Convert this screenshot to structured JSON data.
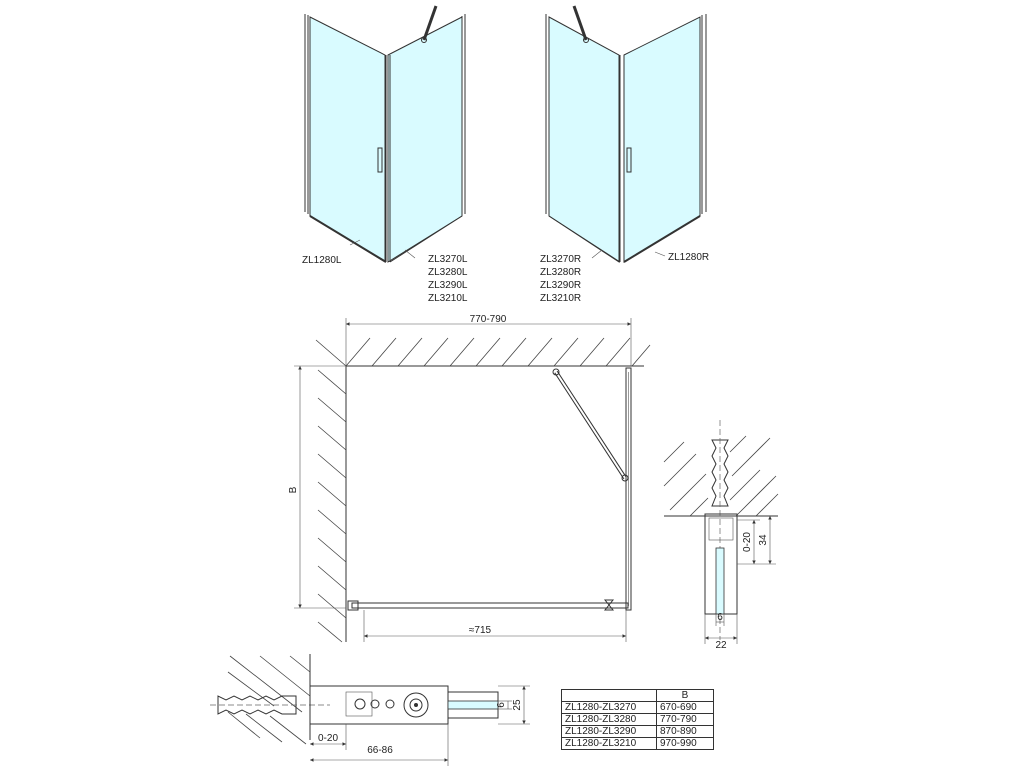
{
  "views": {
    "left": {
      "part_label": "ZL1280L",
      "panel_labels": [
        "ZL3270L",
        "ZL3280L",
        "ZL3290L",
        "ZL3210L"
      ]
    },
    "right": {
      "panel_labels": [
        "ZL3270R",
        "ZL3280R",
        "ZL3290R",
        "ZL3210R"
      ],
      "part_label": "ZL1280R"
    }
  },
  "plan": {
    "width_dim": "770-790",
    "depth_dim": "B",
    "door_dim": "≈715"
  },
  "profile_detail": {
    "adjust_dim": "0-20",
    "height_dim": "34",
    "glass_dim": "6",
    "width_dim": "22"
  },
  "bottom_detail": {
    "glass_dim": "6",
    "height_dim": "25",
    "adjust_dim": "0-20",
    "length_dim": "66-86"
  },
  "size_table": {
    "header": [
      "",
      "B"
    ],
    "rows": [
      [
        "ZL1280-ZL3270",
        "670-690"
      ],
      [
        "ZL1280-ZL3280",
        "770-790"
      ],
      [
        "ZL1280-ZL3290",
        "870-890"
      ],
      [
        "ZL1280-ZL3210",
        "970-990"
      ]
    ]
  },
  "colors": {
    "glass": "#d9fbff",
    "lines": "#333333"
  }
}
